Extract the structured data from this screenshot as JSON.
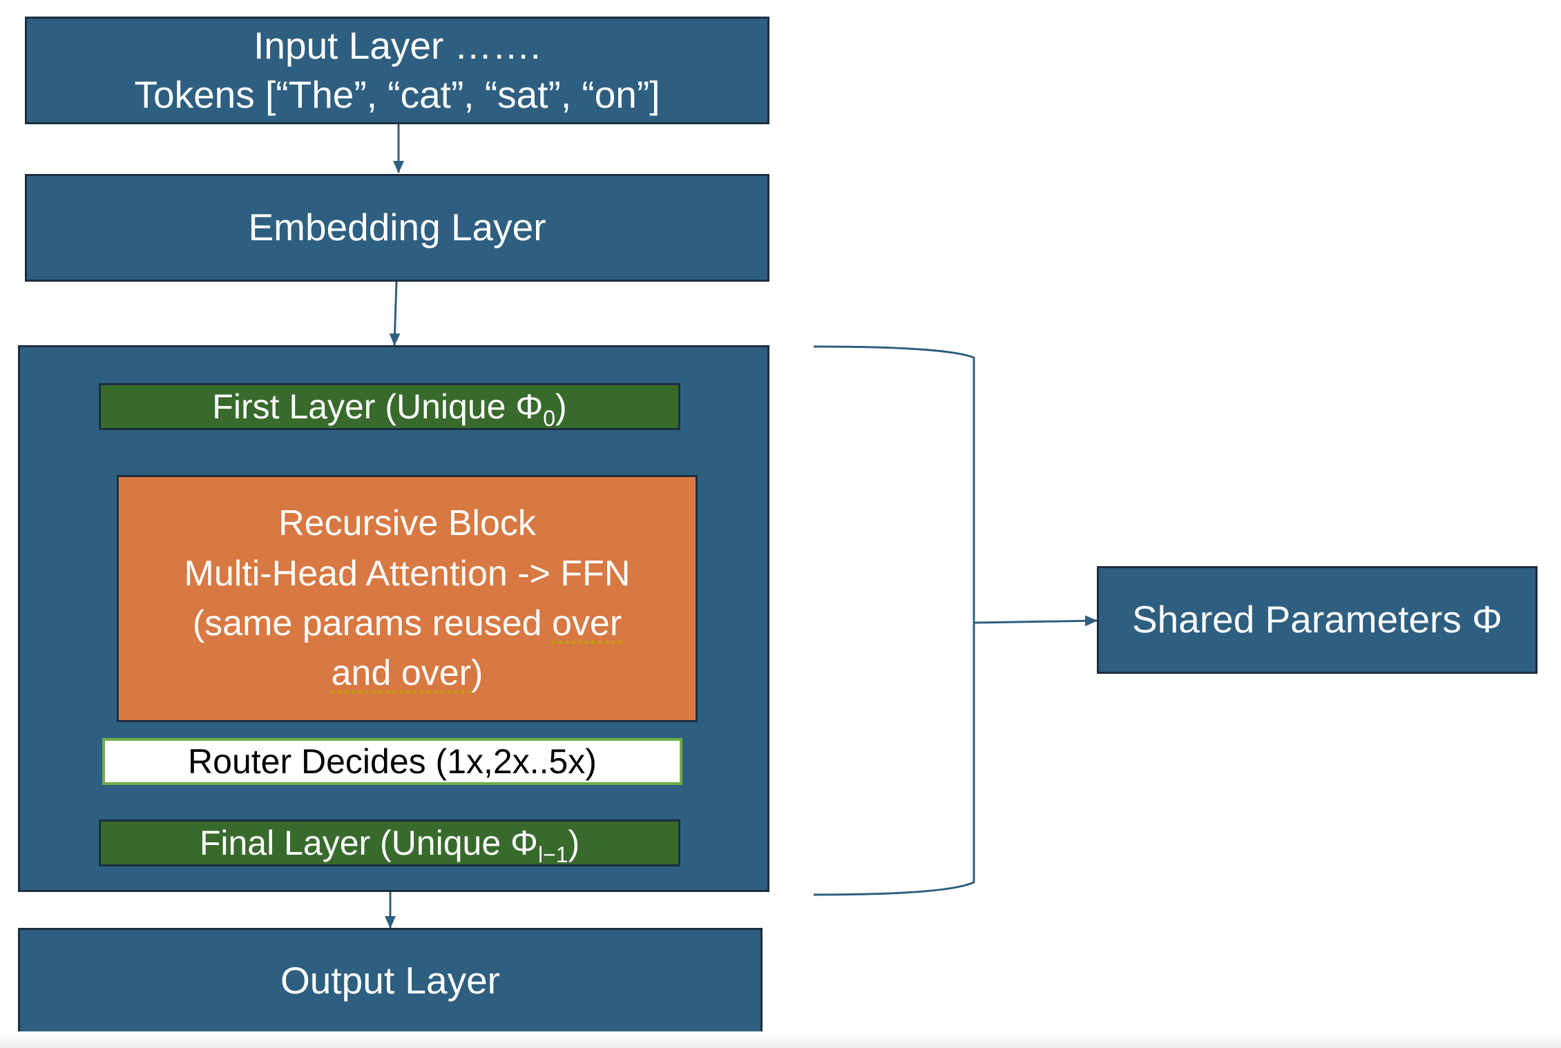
{
  "input_layer": {
    "line1": "Input Layer …….",
    "line2": "Tokens [“The”, “cat”, “sat”, “on”]"
  },
  "embedding_layer": {
    "label": "Embedding Layer"
  },
  "first_layer": {
    "label": "First Layer (Unique Φ",
    "subscript": "0",
    "close": ")"
  },
  "recursive_block": {
    "line1": "Recursive Block",
    "line2": "Multi-Head Attention -> FFN",
    "line3_start": "(same params reused ",
    "line3_squiggle": "over",
    "line4_squiggle": "and over",
    "line4_end": ")"
  },
  "router": {
    "label": "Router Decides (1x,2x..5x)"
  },
  "final_layer": {
    "label": "Final Layer (Unique Φ",
    "subscript": "l−1",
    "close": ")"
  },
  "output_layer": {
    "label": "Output Layer"
  },
  "shared_parameters": {
    "label": "Shared Parameters Φ"
  },
  "colors": {
    "layer_blue": "#2e5f80",
    "unique_green": "#386a2c",
    "recursive_orange": "#d87842",
    "router_border_green": "#70ad47",
    "connector": "#2e5f80"
  }
}
